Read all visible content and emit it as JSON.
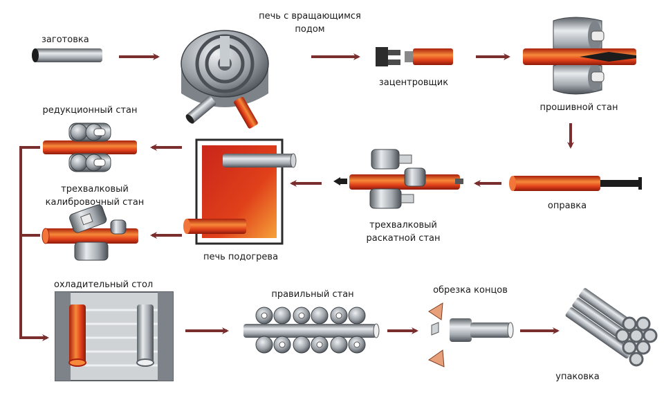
{
  "labels": {
    "billet": "заготовка",
    "rotary_furnace_line1": "печь с вращающимся",
    "rotary_furnace_line2": "подом",
    "centering_machine": "зацентровщик",
    "piercing_mill": "прошивной стан",
    "reducing_mill": "редукционный стан",
    "sizing_mill_line1": "трехвалковый",
    "sizing_mill_line2": "калибровочный стан",
    "reheat_furnace": "печь подогрева",
    "rolling_mill_line1": "трехвалковый",
    "rolling_mill_line2": "раскатной стан",
    "mandrel": "оправка",
    "cooling_table": "охладительный стол",
    "straightening_mill": "правильный стан",
    "end_cutting": "обрезка концов",
    "packing": "упаковка"
  },
  "colors": {
    "arrow": "#7a2e2e",
    "hot_metal": "#e0401a",
    "hot_metal_light": "#f7893a",
    "steel": "#9aa0a6",
    "steel_dark": "#50565c",
    "furnace_frame": "#3a3a3a",
    "furnace_inner": "#d73a1c"
  }
}
